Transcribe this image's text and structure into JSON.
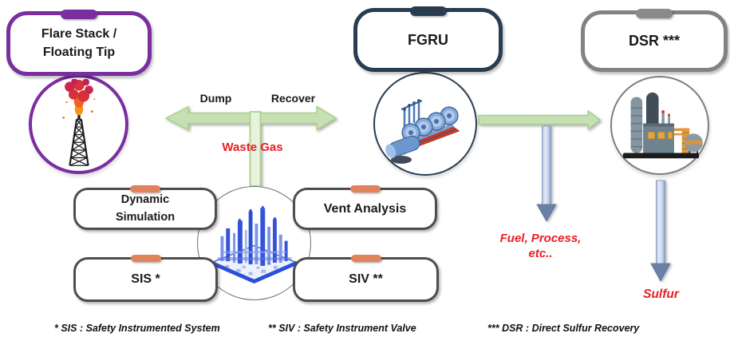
{
  "palette": {
    "purple": "#7A2EA0",
    "navy": "#2A3C4F",
    "gray": "#828282",
    "module_border": "#4D4D4D",
    "tab_salmon": "#E0835C",
    "green_arrow_fill": "#C6E0B4",
    "green_bar_fill": "#E8F2DF",
    "green_edge": "#A9D18E",
    "blue_arrow_fill": "#BFCDE8",
    "blue_arrow_head": "#6A80A4",
    "red_text": "#EC1C24"
  },
  "nodes": {
    "flare": {
      "line1": "Flare Stack /",
      "line2": "Floating Tip"
    },
    "fgru": {
      "label": "FGRU"
    },
    "dsr": {
      "label": "DSR ***"
    }
  },
  "flows": {
    "dump": "Dump",
    "recover": "Recover",
    "waste_gas": "Waste Gas",
    "fuel_line1": "Fuel, Process,",
    "fuel_line2": "etc..",
    "sulfur": "Sulfur"
  },
  "modules": {
    "dynamic_line1": "Dynamic",
    "dynamic_line2": "Simulation",
    "vent": "Vent Analysis",
    "sis": "SIS *",
    "siv": "SIV **"
  },
  "footnotes": {
    "sis": "* SIS : Safety Instrumented System",
    "siv": "** SIV : Safety Instrument Valve",
    "dsr": "*** DSR : Direct Sulfur Recovery"
  },
  "icons": {
    "flare": "flare-stack-icon",
    "fgru": "gas-compressor-icon",
    "dsr": "sulfur-recovery-plant-icon",
    "center": "plant-3d-model-icon"
  }
}
